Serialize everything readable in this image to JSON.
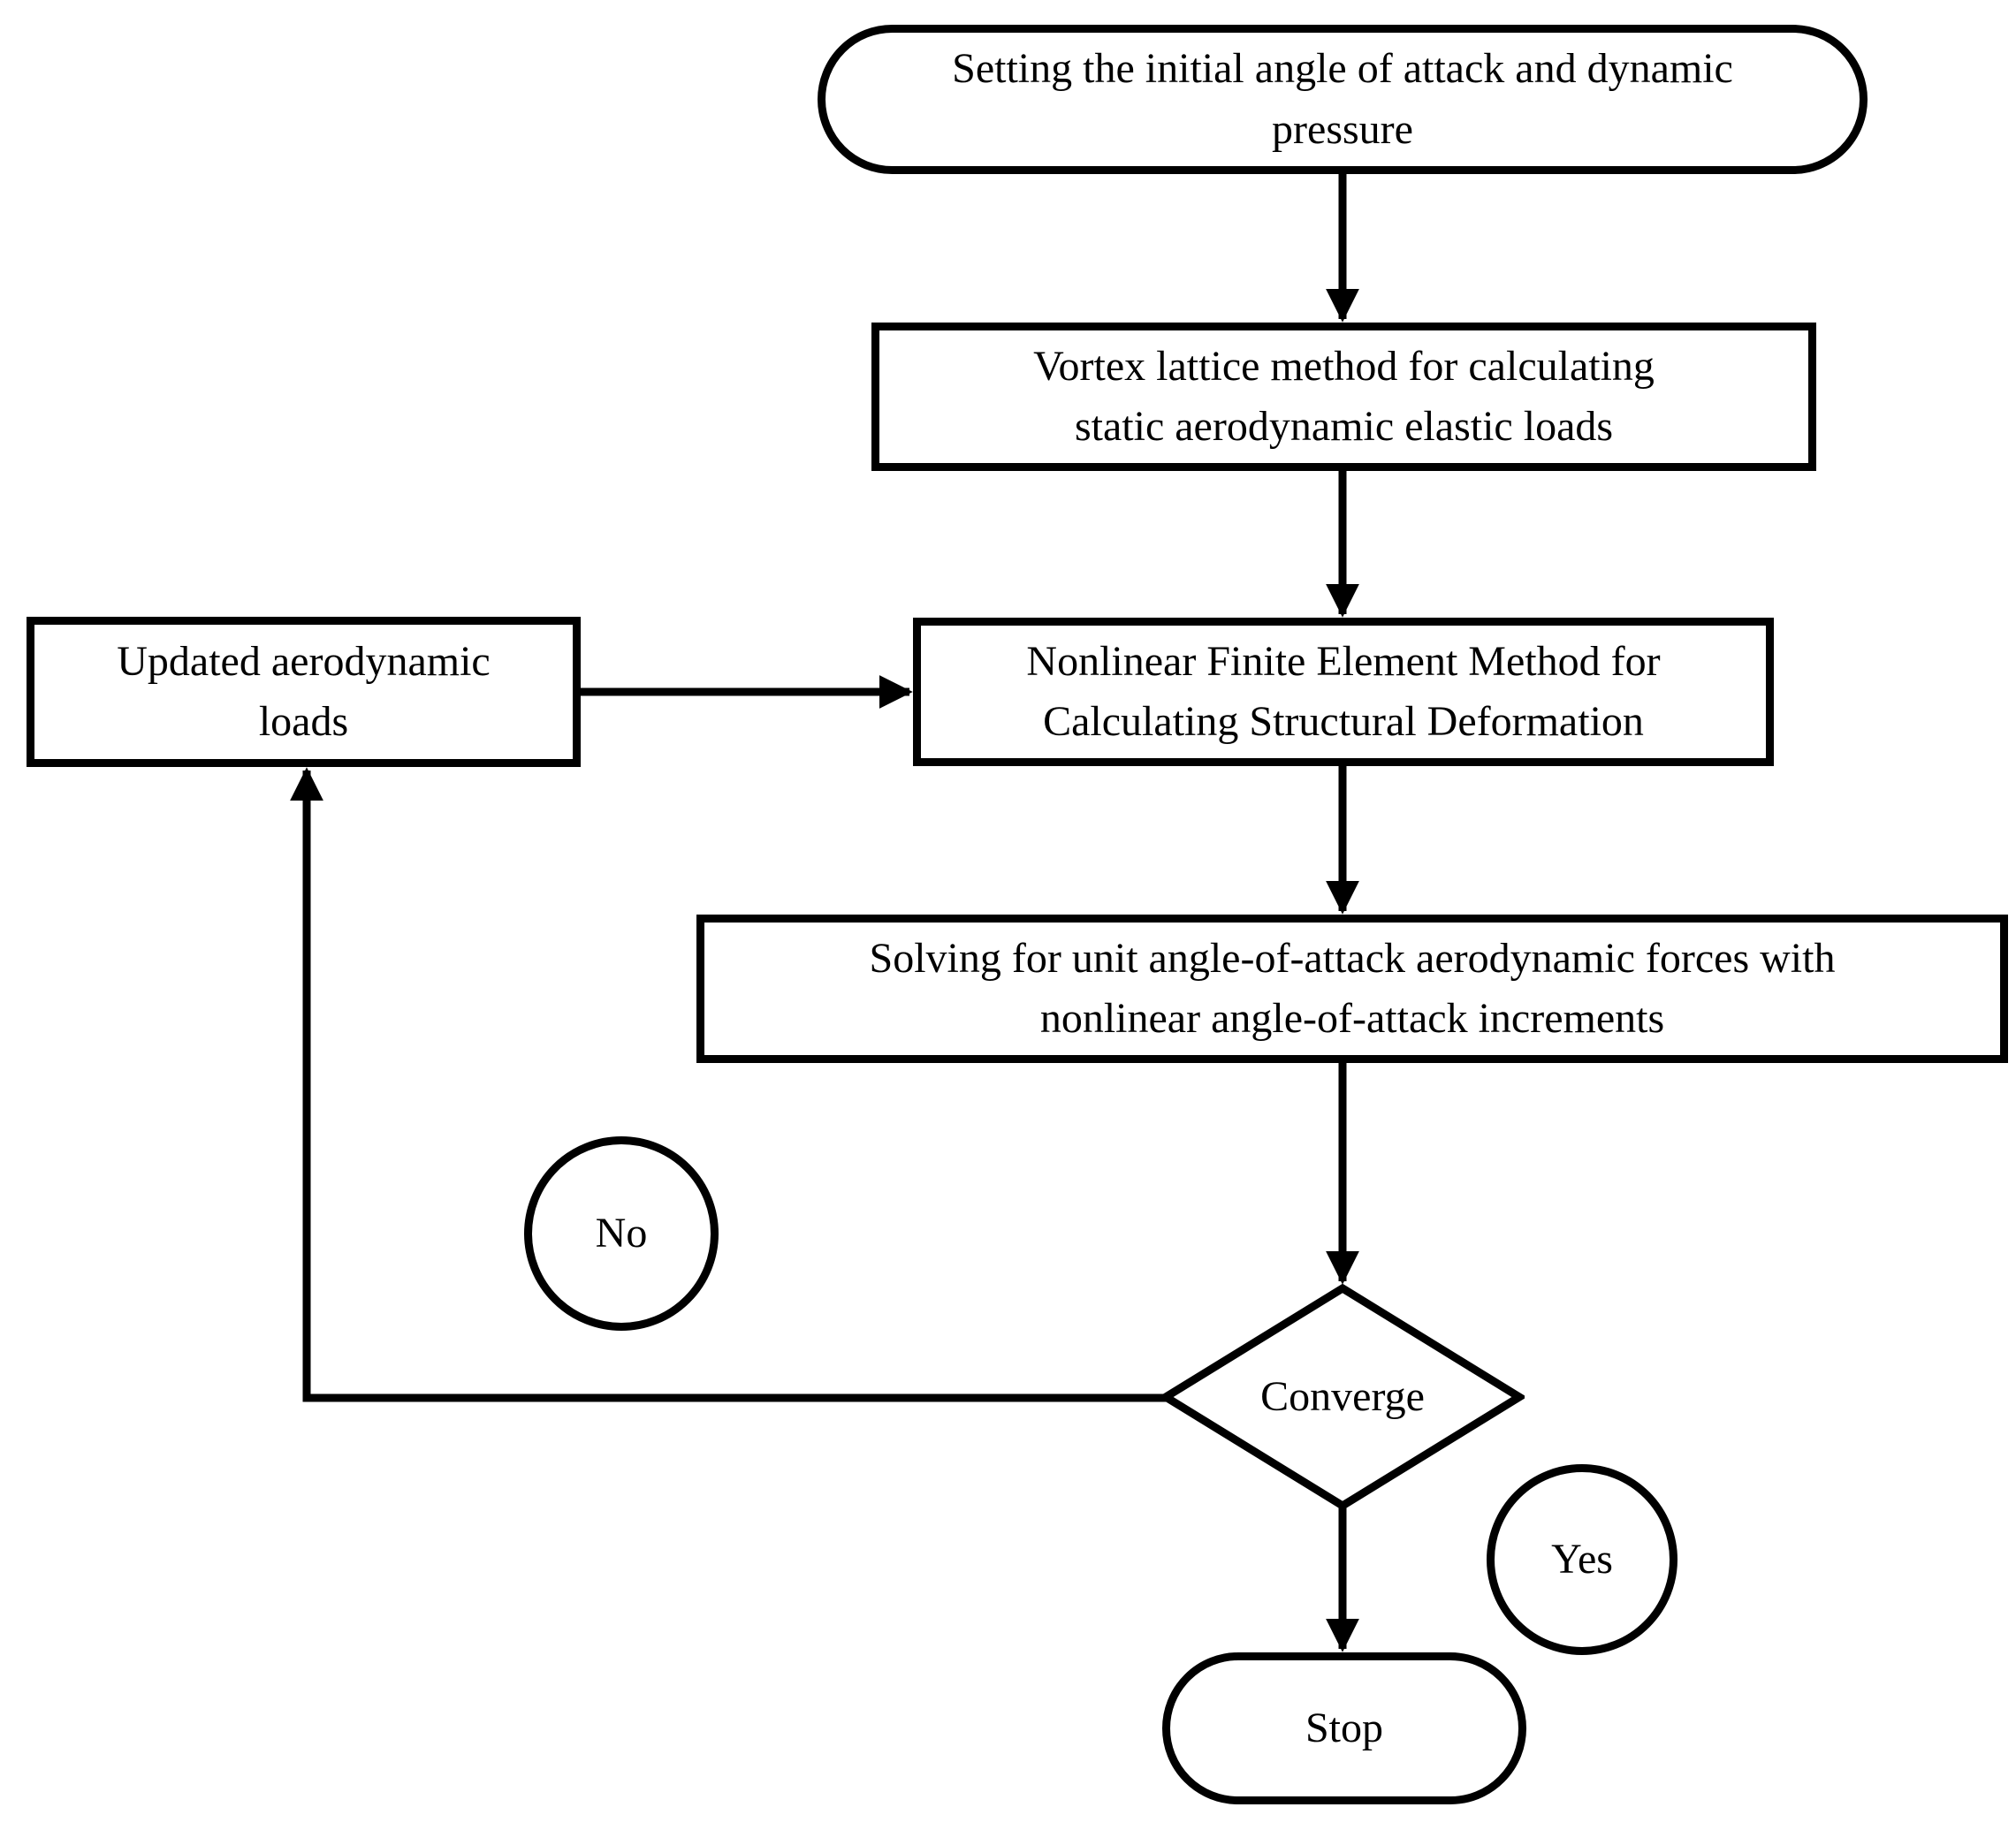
{
  "diagram": {
    "type": "flowchart",
    "colors": {
      "stroke": "#000000",
      "fill": "#ffffff",
      "text": "#000000"
    },
    "nodes": {
      "start": {
        "shape": "terminator",
        "label": "Setting the initial angle of attack and dynamic\npressure"
      },
      "vortex": {
        "shape": "process",
        "label": "Vortex lattice method for calculating\nstatic aerodynamic elastic loads"
      },
      "updated_loads": {
        "shape": "process",
        "label": "Updated aerodynamic\nloads"
      },
      "nfem": {
        "shape": "process",
        "label": "Nonlinear Finite Element Method for\nCalculating Structural Deformation"
      },
      "solving": {
        "shape": "process",
        "label": "Solving for unit angle-of-attack aerodynamic forces with\nnonlinear angle-of-attack increments"
      },
      "converge": {
        "shape": "decision",
        "label": "Converge"
      },
      "no": {
        "shape": "circle",
        "label": "No"
      },
      "yes": {
        "shape": "circle",
        "label": "Yes"
      },
      "stop": {
        "shape": "terminator",
        "label": "Stop"
      }
    },
    "edges": [
      "start -> vortex",
      "vortex -> nfem",
      "updated_loads -> nfem",
      "nfem -> solving",
      "solving -> converge",
      "converge -> updated_loads (No)",
      "converge -> stop (Yes)"
    ]
  }
}
